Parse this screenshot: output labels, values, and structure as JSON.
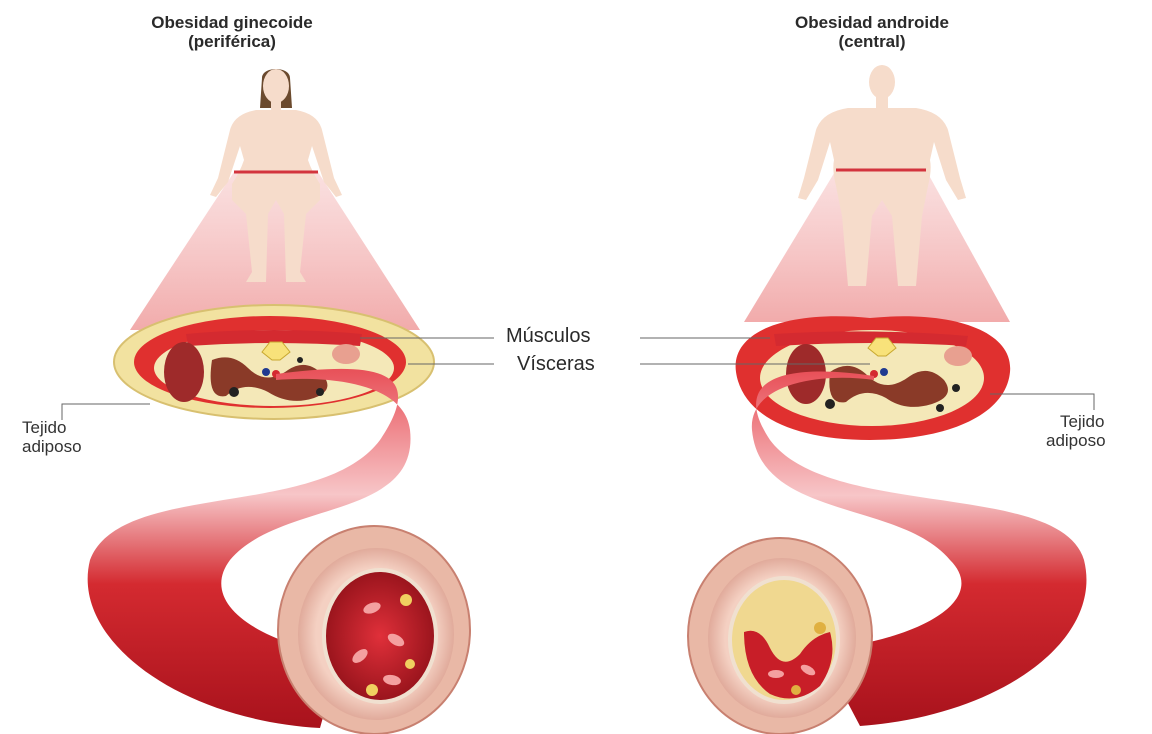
{
  "figure": {
    "left_panel": {
      "title_line1": "Obesidad ginecoide",
      "title_line2": "(periférica)",
      "label_tissue_line1": "Tejido",
      "label_tissue_line2": "adiposo"
    },
    "right_panel": {
      "title_line1": "Obesidad androide",
      "title_line2": "(central)",
      "label_tissue_line1": "Tejido",
      "label_tissue_line2": "adiposo"
    },
    "center_labels": {
      "muscles": "Músculos",
      "viscera": "Vísceras"
    }
  },
  "colors": {
    "skin": "#f6dccb",
    "waist_line": "#d3343e",
    "fat": "#f2e2a0",
    "muscle": "#d42a30",
    "artery": "#c81e28",
    "vessel_wall": "#e9b8a6",
    "plaque": "#f0d890"
  }
}
